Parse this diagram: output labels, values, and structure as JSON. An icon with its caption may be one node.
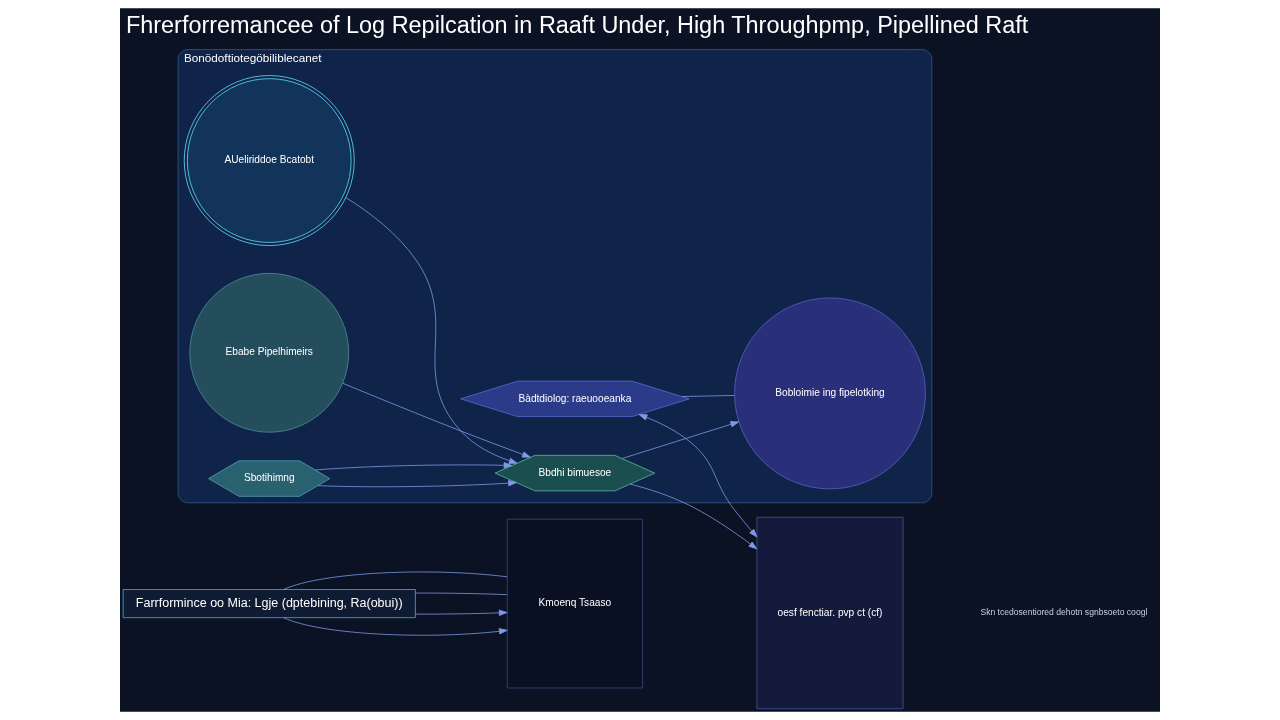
{
  "diagram": {
    "title": "Fhrerforremancee of Log Repilcation in Raaft Under, High Throughpmp, Pipellined Raft",
    "nodes": [
      {
        "text": [
          "Farrformince oo Mia: Lgje (dptebining, Ra(obui))"
        ]
      },
      {
        "text": [
          "Kmoenq Tsaaso"
        ]
      },
      {
        "text": [
          "Bonödoftiotegöbiliblecanet"
        ]
      },
      {
        "text": [
          "Sbotihimng"
        ],
        "in": 2
      },
      {
        "text": [
          "AUeliriddoe Bcatobt"
        ],
        "in": 2
      },
      {
        "text": [
          "Bbdhi bimuesoe"
        ],
        "in": 2
      },
      {
        "text": [
          "Bàdtdiolog: raeuooeanka"
        ],
        "in": 2
      },
      {
        "text": [
          "Ebabe Pipelhimeirs"
        ],
        "in": 2
      },
      {
        "text": [
          "Bobloimie ing fipelotking"
        ],
        "in": 2
      },
      {
        "text": [
          "oesf fenctiar. pvp ct (cf)"
        ]
      }
    ],
    "edges": [
      {
        "from": 0,
        "to": 1,
        "arrow": "to"
      },
      {
        "from": 0,
        "to": 1,
        "arrow": "to"
      },
      {
        "from": 0,
        "to": 1,
        "arrow": "none"
      },
      {
        "from": 0,
        "to": 1,
        "arrow": "none"
      },
      {
        "from": 3,
        "to": 5,
        "arrow": "to"
      },
      {
        "from": 3,
        "to": 5,
        "arrow": "to"
      },
      {
        "from": 4,
        "to": 5,
        "arrow": "to"
      },
      {
        "from": 7,
        "to": 5,
        "arrow": "to"
      },
      {
        "from": 5,
        "to": 8,
        "arrow": "to"
      },
      {
        "from": 6,
        "to": 8,
        "arrow": "none"
      },
      {
        "from": 5,
        "to": 9,
        "arrow": "to"
      },
      {
        "from": 6,
        "to": 9,
        "arrow": "both"
      }
    ],
    "labels": [
      "Skn tcedosentiored dehotn sgnbsoeto coogl"
    ]
  }
}
